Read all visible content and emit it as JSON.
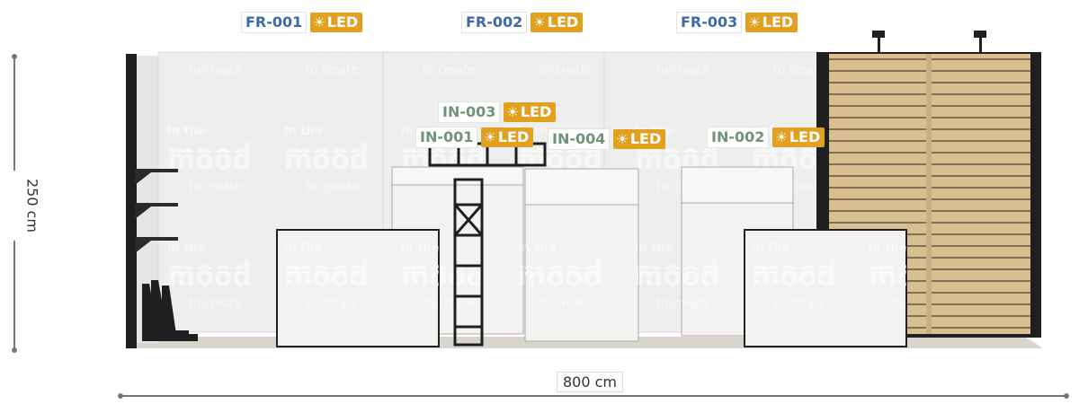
{
  "fixtures": [
    {
      "code": "FR-001",
      "type": "front",
      "feature": "LED"
    },
    {
      "code": "FR-002",
      "type": "front",
      "feature": "LED"
    },
    {
      "code": "FR-003",
      "type": "front",
      "feature": "LED"
    },
    {
      "code": "IN-003",
      "type": "inner",
      "feature": "LED"
    },
    {
      "code": "IN-001",
      "type": "inner",
      "feature": "LED"
    },
    {
      "code": "IN-004",
      "type": "inner",
      "feature": "LED"
    },
    {
      "code": "IN-002",
      "type": "inner",
      "feature": "LED"
    }
  ],
  "dimensions": {
    "width": "800 cm",
    "height": "250 cm"
  },
  "graphics_text": {
    "line1": "in the",
    "line2": "mood",
    "line3": "to create"
  },
  "colors": {
    "front_code": "#3d6aa8",
    "inner_code": "#6f9477",
    "led_badge": "#e0a020",
    "wall": "#eeeeec",
    "wood": "#d8c090",
    "frame": "#1f1f1f",
    "floor": "#d9d4cc"
  },
  "icons": {
    "led": "sun-icon"
  }
}
